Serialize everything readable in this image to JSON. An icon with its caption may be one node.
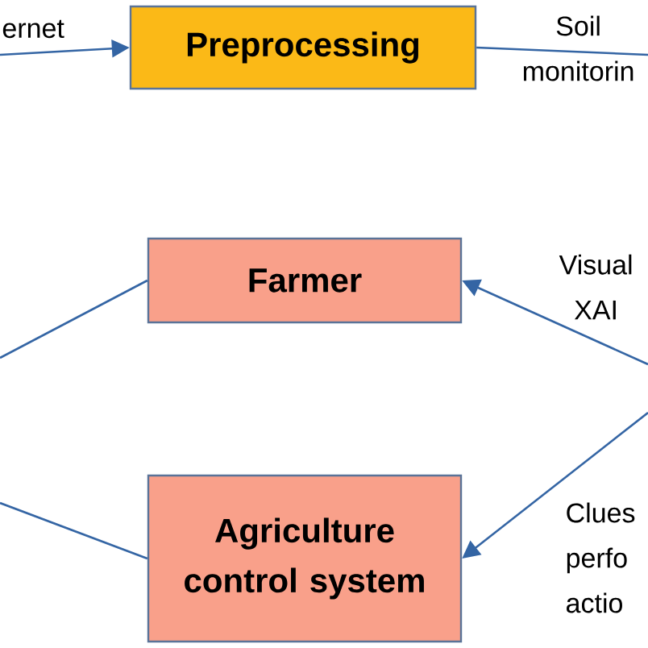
{
  "diagram": {
    "nodes": [
      {
        "text": [
          "Preprocessing"
        ]
      },
      {
        "text": [
          "Farmer"
        ]
      },
      {
        "text": [
          "Agriculture control system"
        ]
      }
    ],
    "edges": [
      {
        "from": null,
        "to": 0,
        "arrow": "to"
      },
      {
        "from": 0,
        "to": null,
        "arrow": "none"
      },
      {
        "from": null,
        "to": 1,
        "arrow": "none"
      },
      {
        "from": null,
        "to": 1,
        "arrow": "to"
      },
      {
        "from": null,
        "to": 2,
        "arrow": "none"
      },
      {
        "from": null,
        "to": 2,
        "arrow": "to"
      }
    ],
    "labels": [
      "ernet",
      "Soil monitorin",
      "Visual XAI",
      "Clues perfo actio"
    ]
  }
}
